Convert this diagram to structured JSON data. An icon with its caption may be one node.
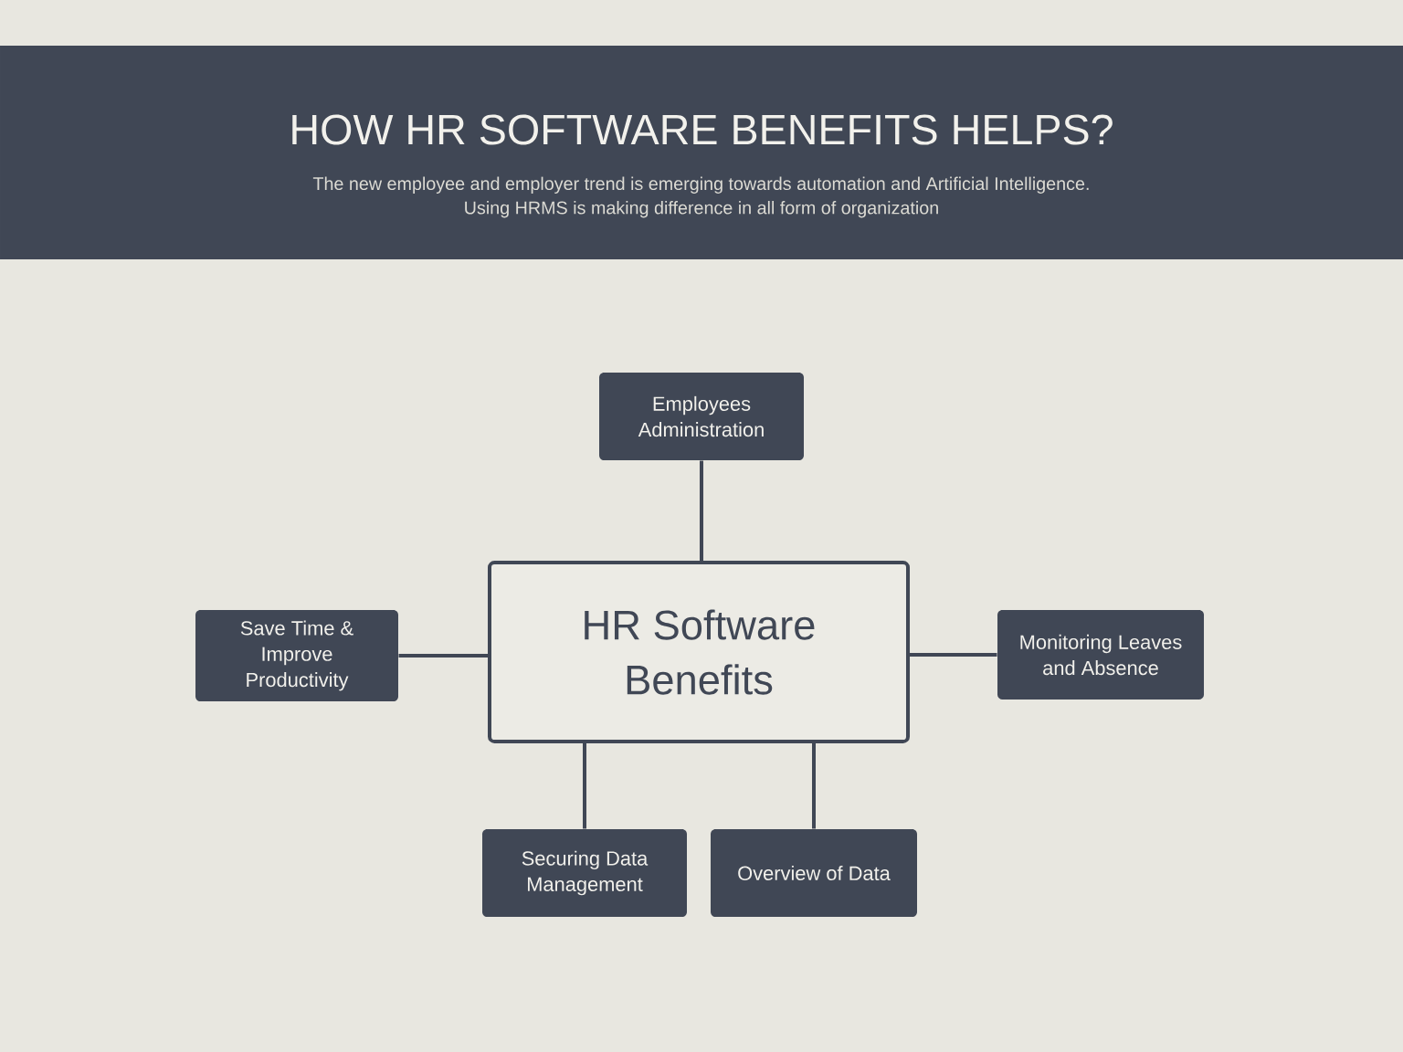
{
  "diagram": {
    "title": "HOW HR SOFTWARE BENEFITS HELPS?",
    "nodes": [
      {
        "text": [
          "Employees Administration"
        ]
      },
      {
        "text": [
          "Save Time & Improve Productivity"
        ]
      },
      {
        "text": [
          "HR Software Benefits"
        ]
      },
      {
        "text": [
          "Monitoring Leaves and Absence"
        ]
      },
      {
        "text": [
          "Securing Data Management"
        ]
      },
      {
        "text": [
          "Overview of Data"
        ]
      }
    ],
    "edges": [
      {
        "from": 2,
        "to": 0,
        "arrow": "none"
      },
      {
        "from": 2,
        "to": 1,
        "arrow": "none"
      },
      {
        "from": 2,
        "to": 3,
        "arrow": "none"
      },
      {
        "from": 2,
        "to": 4,
        "arrow": "none"
      },
      {
        "from": 2,
        "to": 5,
        "arrow": "none"
      }
    ],
    "labels": [
      "The new employee and employer trend is emerging towards automation and Artificial Intelligence. Using HRMS is making difference in all form of organization"
    ]
  }
}
